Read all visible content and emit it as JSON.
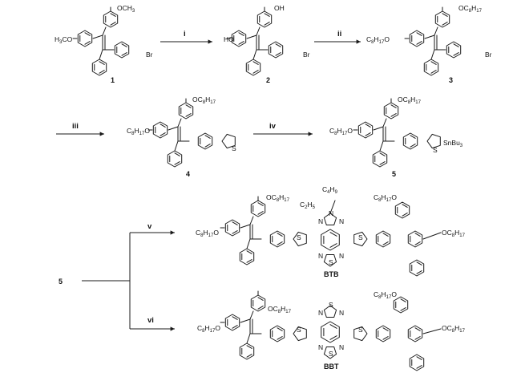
{
  "compounds": {
    "c1": {
      "number": "1"
    },
    "c2": {
      "number": "2"
    },
    "c3": {
      "number": "3"
    },
    "c4": {
      "number": "4"
    },
    "c5": {
      "number": "5"
    },
    "btb": {
      "name": "BTB"
    },
    "bbt": {
      "name": "BBT"
    },
    "start": {
      "number": "5"
    }
  },
  "steps": {
    "i": "i",
    "ii": "ii",
    "iii": "iii",
    "iv": "iv",
    "v": "v",
    "vi": "vi"
  },
  "labels": {
    "och3": "OCH",
    "och3_sub": "3",
    "h3co": "H",
    "h3co_sub": "3",
    "h3co_tail": "CO",
    "oh": "OH",
    "ho": "HO",
    "br": "Br",
    "oc": "OC",
    "c8h17_c": "C",
    "c8_sub": "8",
    "h17_h": "H",
    "h17_sub": "17",
    "o_tail": "O",
    "s": "S",
    "sn": "SnBu",
    "sn_sub": "3",
    "n": "N",
    "c2h5_c": "C",
    "c2_sub": "2",
    "h5_h": "H",
    "h5_sub": "5",
    "c4h9_c": "C",
    "c4_sub": "4",
    "h9_h": "H",
    "h9_sub": "9"
  }
}
